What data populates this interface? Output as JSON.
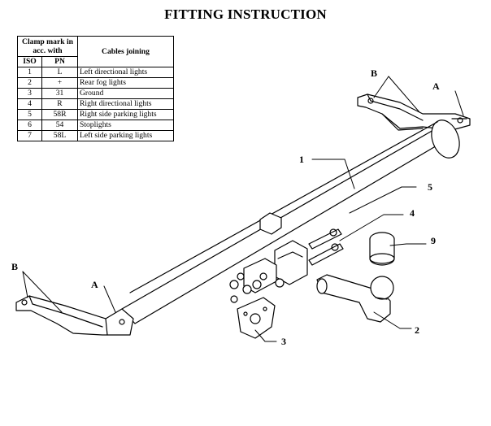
{
  "title": "FITTING INSTRUCTION",
  "legend": {
    "header_clamp": "Clamp mark in acc. with",
    "header_cables": "Cables joining",
    "col_iso": "ISO",
    "col_pn": "PN",
    "rows": [
      {
        "iso": "1",
        "pn": "L",
        "desc": "Left directional lights"
      },
      {
        "iso": "2",
        "pn": "+",
        "desc": "Rear fog lights"
      },
      {
        "iso": "3",
        "pn": "31",
        "desc": "Ground"
      },
      {
        "iso": "4",
        "pn": "R",
        "desc": "Right directional lights"
      },
      {
        "iso": "5",
        "pn": "58R",
        "desc": "Right side parking lights"
      },
      {
        "iso": "6",
        "pn": "54",
        "desc": "Stoplights"
      },
      {
        "iso": "7",
        "pn": "58L",
        "desc": "Left side parking lights"
      }
    ]
  },
  "callouts": {
    "b_top": "B",
    "a_top": "A",
    "part_1": "1",
    "part_5": "5",
    "part_4": "4",
    "part_9": "9",
    "part_2": "2",
    "part_3": "3",
    "b_left": "B",
    "a_left": "A"
  }
}
